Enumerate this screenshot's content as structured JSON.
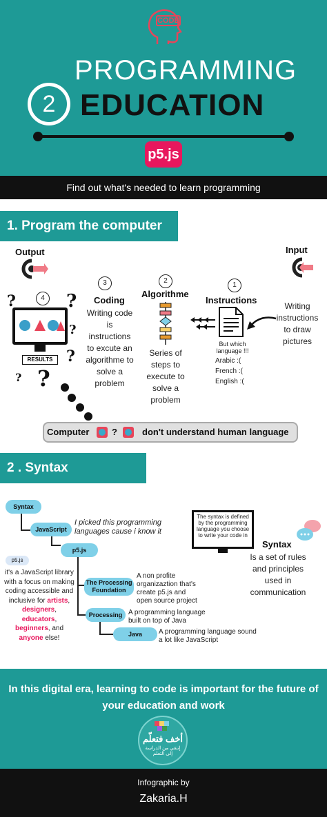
{
  "header": {
    "logo_text": "CODE",
    "title_line1": "PROGRAMMING",
    "number": "2",
    "title_line2": "EDUCATION",
    "badge": "p5.js",
    "subtitle": "Find out what's needed to learn programming"
  },
  "section1": {
    "heading": "1. Program the computer",
    "output_label": "Output",
    "input_label": "Input",
    "steps": [
      {
        "number": "3",
        "title": "Coding",
        "text": "Writing code is instructions to excute an algorithme to solve a problem"
      },
      {
        "number": "2",
        "title": "Algorithme",
        "text": "Series of steps to execute to solve a problem"
      },
      {
        "number": "1",
        "title": "Instructions",
        "text": "But which language !!!"
      }
    ],
    "result_step_number": "4",
    "results_label": "RESULTS",
    "input_text": "Writing instructions to draw pictures",
    "languages": [
      "Arabic :(",
      "French :(",
      "English :("
    ],
    "computer_label": "Computer",
    "computer_question": "?",
    "computer_message": "don't understand human language",
    "question_mark": "?"
  },
  "section2": {
    "heading": "2 . Syntax",
    "nodes": {
      "syntax": "Syntax",
      "javascript": "JavaScript",
      "p5js": "p5.js",
      "processing_foundation": "The Processing Foundation",
      "processing": "Processing",
      "java": "Java"
    },
    "picked_note": "I picked this programming languages cause i know it",
    "p5_badge": "p5.js",
    "p5_desc_prefix": "it's a JavaScript library with a focus on making coding accessible and inclusive for",
    "p5_desc_artists": "artists",
    "p5_desc_designers": "designers",
    "p5_desc_educators": "educators",
    "p5_desc_beginners": "beginners",
    "p5_desc_and": ", and",
    "p5_desc_anyone": "anyone",
    "p5_desc_suffix": "else!",
    "foundation_desc": "A non profite organizaztion that's create p5.js and open source project",
    "processing_desc": "A programming language built on top of Java",
    "java_desc": "A programming language sound a lot like JavaScript",
    "monitor_text": "The syntax is defined by the programming language you choose to write your code in",
    "syntax_title": "Syntax",
    "syntax_def": "Is a set of rules and principles used in communication"
  },
  "footer": {
    "message": "In this digital era, learning to code is important for the future of your education and work",
    "logo_line1": "أخف فتعلّم",
    "logo_line2": "إنتقي من الدراسة إلى التعلم",
    "credit_label": "Infographic by",
    "author": "Zakaria.H"
  }
}
